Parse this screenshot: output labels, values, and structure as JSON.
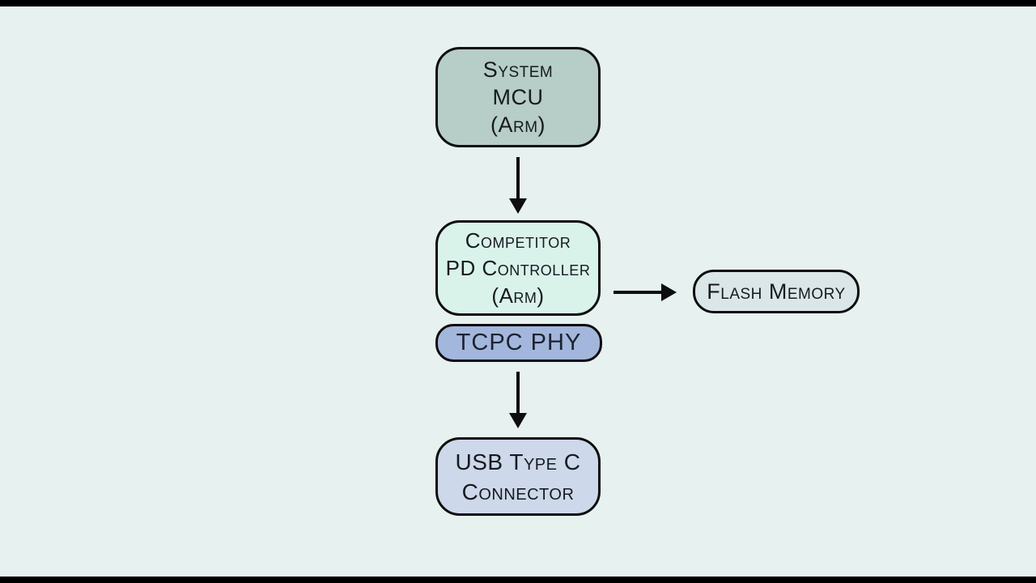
{
  "colors": {
    "background": "#e7f1f0",
    "letterbox": "#000000",
    "border": "#0d0d0d",
    "system_mcu_fill": "#b7cdc7",
    "competitor_pd_fill": "#d9f2ea",
    "tcpc_phy_fill": "#a3b6dc",
    "flash_memory_fill": "#dae6e7",
    "usb_connector_fill": "#cdd8ea",
    "text": "#161a1f"
  },
  "nodes": {
    "system_mcu": {
      "line1": "System",
      "line2": "MCU",
      "line3": "(Arm)"
    },
    "competitor_pd": {
      "line1": "Competitor",
      "line2": "PD Controller",
      "line3": "(Arm)"
    },
    "tcpc_phy": {
      "line1": "TCPC PHY"
    },
    "flash_memory": {
      "line1": "Flash Memory"
    },
    "usb_connector": {
      "line1": "USB Type C",
      "line2": "Connector"
    }
  },
  "edges": [
    {
      "from": "system_mcu",
      "to": "competitor_pd",
      "direction": "down"
    },
    {
      "from": "competitor_pd",
      "to": "flash_memory",
      "direction": "right"
    },
    {
      "from": "tcpc_phy",
      "to": "usb_connector",
      "direction": "down"
    }
  ]
}
